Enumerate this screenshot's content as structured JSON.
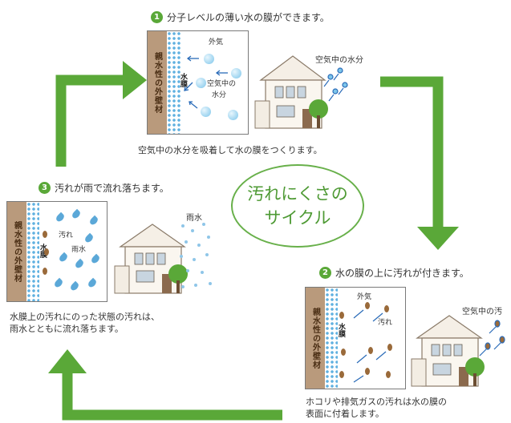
{
  "steps": [
    {
      "number": "1",
      "text": "分子レベルの薄い水の膜ができます。",
      "caption": [
        "空気中の水分を吸着して水の膜をつくります。"
      ],
      "wall_label": "親水性の外壁材",
      "film_label": "水膜",
      "labels": [
        "外気",
        "空気中の",
        "水分"
      ],
      "house_label": "空気中の水分"
    },
    {
      "number": "2",
      "text": "水の膜の上に汚れが付きます。",
      "caption": [
        "ホコリや排気ガスの汚れは水の膜の",
        "表面に付着します。"
      ],
      "wall_label": "親水性の外壁材",
      "film_label": "水膜",
      "labels": [
        "外気",
        "汚れ"
      ],
      "house_label": "空気中の汚"
    },
    {
      "number": "3",
      "text": "汚れが雨で流れ落ちます。",
      "caption": [
        "水膜上の汚れにのった状態の汚れは、",
        "雨水とともに流れ落ちます。"
      ],
      "wall_label": "親水性の外壁材",
      "film_label": "水膜",
      "labels": [
        "汚れ",
        "雨水"
      ],
      "house_label": "雨水"
    }
  ],
  "center": {
    "line1": "汚れにくさの",
    "line2": "サイクル"
  },
  "colors": {
    "arrow": "#5aa838",
    "circle": "#68b04a",
    "wall": "#b99a7c",
    "water": "#5fb0e0"
  }
}
